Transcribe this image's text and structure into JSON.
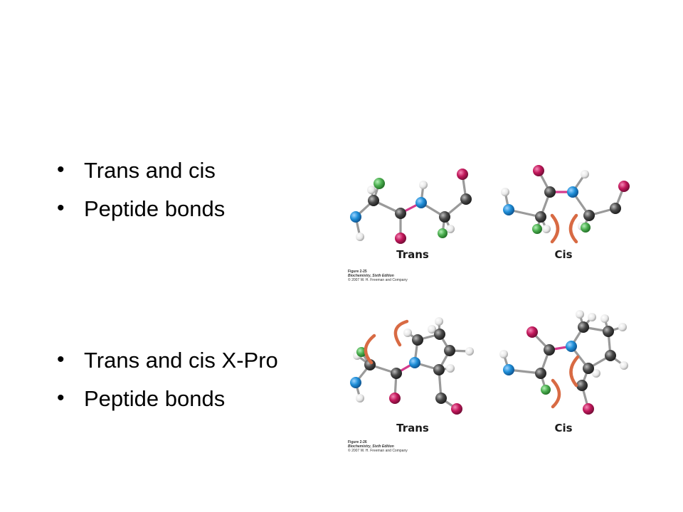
{
  "slide": {
    "bullets_top": [
      "Trans and cis",
      "Peptide bonds"
    ],
    "bullets_bottom": [
      "Trans and cis X-Pro",
      "Peptide bonds"
    ]
  },
  "figure_1": {
    "label_left": "Trans",
    "label_right": "Cis",
    "caption_lines": [
      "Figure 2-25",
      "Biochemistry, Sixth Edition",
      "© 2007 W. H. Freeman and Company"
    ]
  },
  "figure_2": {
    "label_left": "Trans",
    "label_right": "Cis",
    "caption_lines": [
      "Figure 2-26",
      "Biochemistry, Sixth Edition",
      "© 2007 W. H. Freeman and Company"
    ]
  },
  "colors": {
    "carbon": "#3a3a3a",
    "nitrogen": "#1f8fd8",
    "oxygen": "#c2185b",
    "hydrogen": "#f2f2f2",
    "r_group": "#4caf50",
    "peptide_bond": "#d43a8c",
    "steric_clash": "#d86a43"
  }
}
